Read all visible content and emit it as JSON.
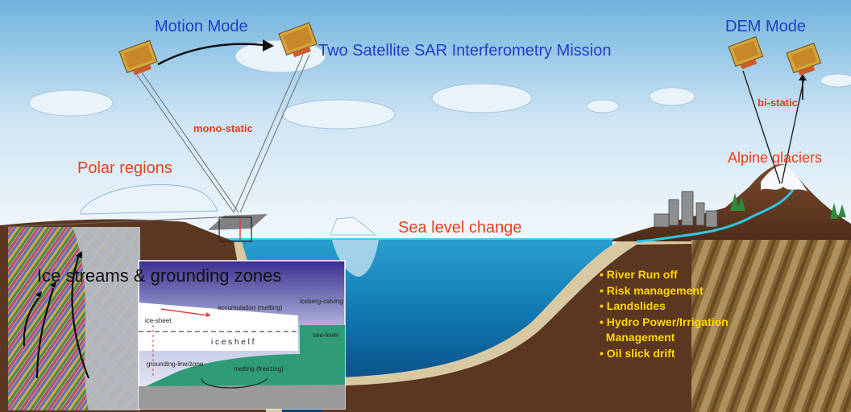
{
  "labels": {
    "motion_mode": "Motion Mode",
    "mission_title": "Two Satellite SAR Interferometry Mission",
    "dem_mode": "DEM Mode",
    "mono_static": "mono-static",
    "bi_static": "bi-static",
    "polar_regions": "Polar regions",
    "alpine_glaciers": "Alpine glaciers",
    "sea_level_change": "Sea level change",
    "ice_streams": "Ice streams & grounding zones"
  },
  "ice_shelf_inset": {
    "accumulation": "accumulation (melting)",
    "iceberg_calving": "iceberg-calving",
    "ice_sheet": "ice-sheet",
    "sea_level": "sea-level",
    "ice_shelf": "i c e  s h e l f",
    "grounding_line": "grounding-line/zone",
    "melting_freezing": "melting (freezing)"
  },
  "applications": [
    "• River Run off",
    "• Risk management",
    "• Landslides",
    "• Hydro Power/Irrigation",
    "  Management",
    "• Oil slick drift"
  ],
  "colors": {
    "title_blue": "#1f3fc8",
    "label_red": "#e8401c",
    "bullet_yellow": "#ffd800",
    "sea": "#1d8fbf"
  }
}
